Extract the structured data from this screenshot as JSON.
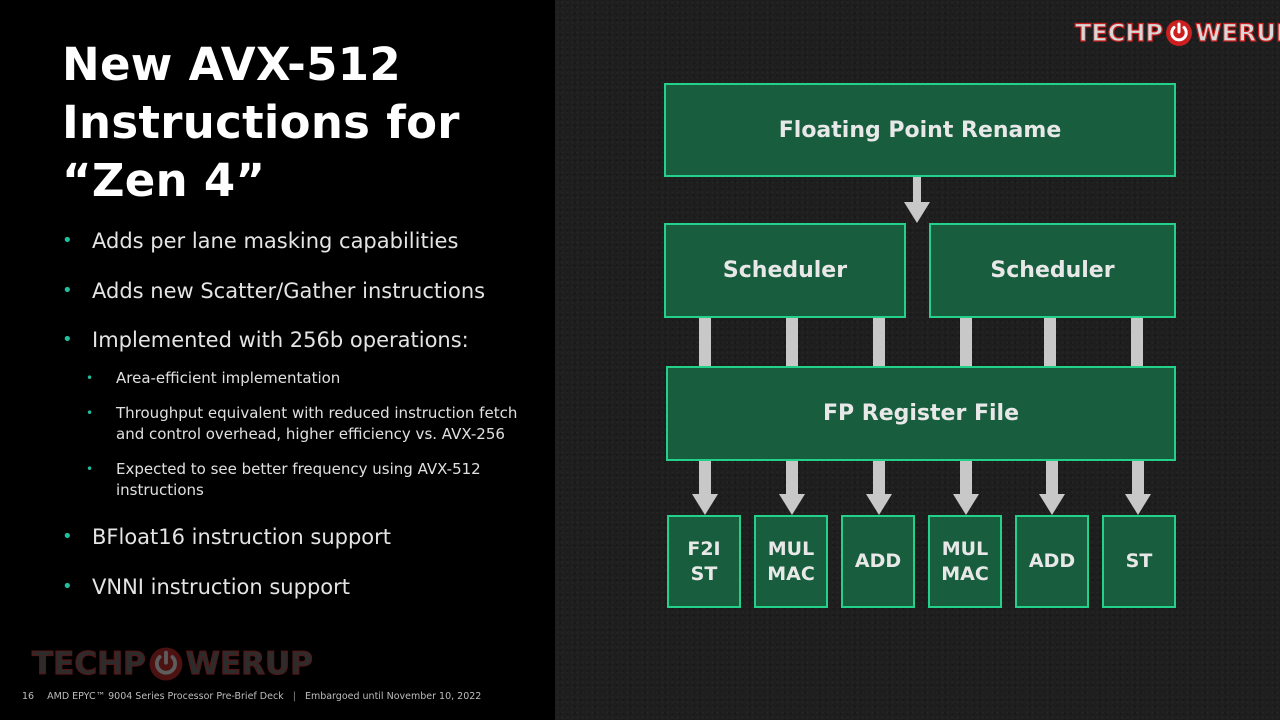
{
  "slide": {
    "title_lines": [
      "New AVX-512",
      "Instructions for",
      "“Zen 4”"
    ],
    "bullets": [
      {
        "text": "Adds per lane masking capabilities"
      },
      {
        "text": "Adds new Scatter/Gather instructions"
      },
      {
        "text": "Implemented with 256b operations:",
        "sub": [
          "Area-efficient implementation",
          "Throughput equivalent with reduced instruction fetch and control overhead, higher efficiency vs. AVX-256",
          "Expected to see better frequency using AVX-512 instructions"
        ]
      },
      {
        "text": "BFloat16 instruction support"
      },
      {
        "text": "VNNI instruction support"
      }
    ]
  },
  "footer": {
    "page": "16",
    "deck": "AMD EPYC™ 9004 Series Processor Pre-Brief Deck",
    "separator": "|",
    "embargo": "Embargoed until November 10, 2022"
  },
  "watermark": {
    "left": "TECHP",
    "right": "WERUP"
  },
  "diagram": {
    "rename": "Floating Point Rename",
    "schedulers": [
      "Scheduler",
      "Scheduler"
    ],
    "register_file": "FP Register File",
    "units": [
      [
        "F2I",
        "ST"
      ],
      [
        "MUL",
        "MAC"
      ],
      [
        "ADD"
      ],
      [
        "MUL",
        "MAC"
      ],
      [
        "ADD"
      ],
      [
        "ST"
      ]
    ]
  },
  "colors": {
    "box_fill": "#185e3e",
    "box_border": "#23d18b",
    "arrow": "#c8c8c8",
    "bullet": "#1fbf9f",
    "watermark_red": "#cc1f1f"
  }
}
